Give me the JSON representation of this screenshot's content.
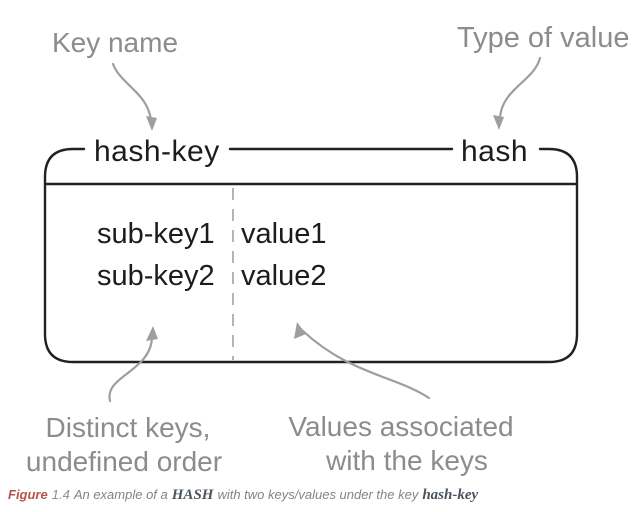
{
  "figure": {
    "box": {
      "key_label": "hash-key",
      "type_label": "hash",
      "entries": [
        {
          "key": "sub-key1",
          "value": "value1"
        },
        {
          "key": "sub-key2",
          "value": "value2"
        }
      ]
    },
    "annotations": {
      "key_name": "Key name",
      "type_of_value": "Type of value",
      "distinct_keys_line1": "Distinct keys,",
      "distinct_keys_line2": "undefined order",
      "values_line1": "Values associated",
      "values_line2": "with the keys"
    },
    "caption": {
      "figure_word": "Figure",
      "figure_number": "1.4",
      "text_before": "An example of a",
      "hash_term": "HASH",
      "text_after": "with two keys/values under the key",
      "key_term": "hash-key"
    },
    "colors": {
      "box_line": "#212121",
      "box_text": "#1c1c1c",
      "annotation_gray": "#8c8c8c",
      "arrow_gray": "#9e9e9e",
      "dashed_gray": "#a8a8a8",
      "caption_red": "#b5544f",
      "caption_gray": "#7d858c",
      "caption_term": "#4d565e"
    }
  }
}
